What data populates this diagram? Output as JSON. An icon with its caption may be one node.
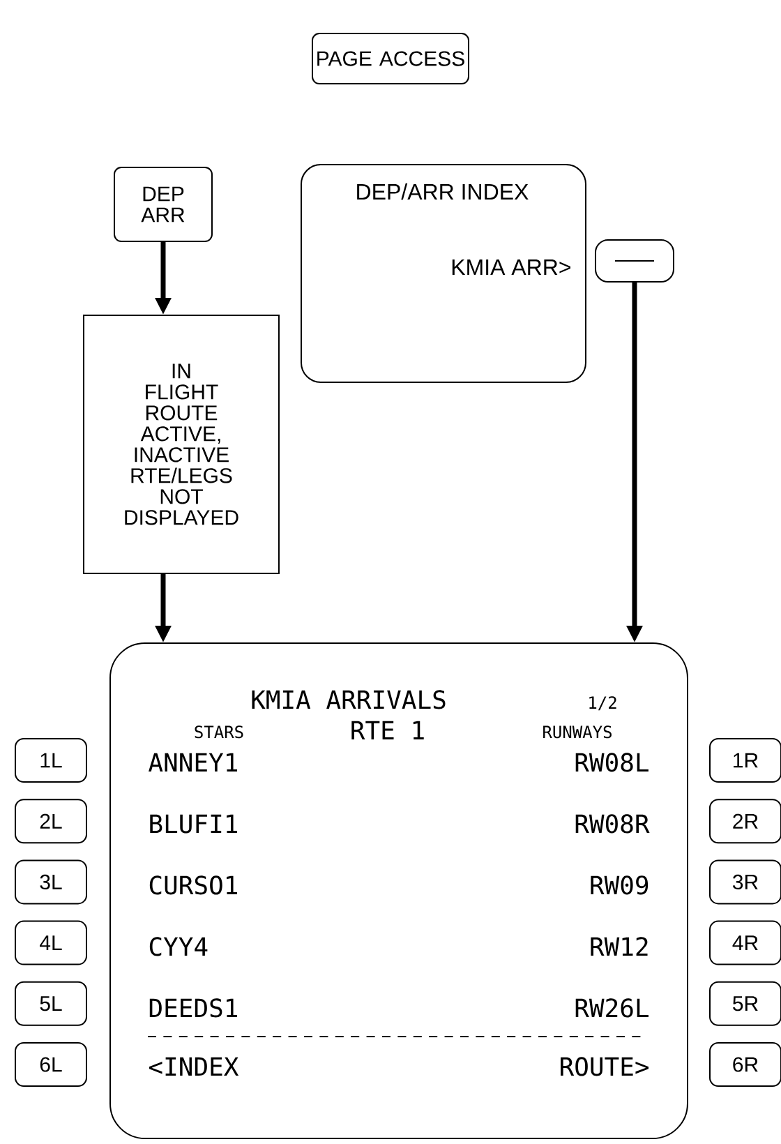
{
  "diagram": {
    "nodes": [
      {
        "text": [
          "PAGE ACCESS"
        ]
      },
      {
        "text": [
          "DEP ARR"
        ]
      },
      {
        "text": [
          "IN FLIGHT ROUTE ACTIVE, INACTIVE RTE/LEGS NOT DISPLAYED"
        ]
      },
      {
        "text": [
          "DEP/ARR INDEX",
          "KMIA ARR>"
        ]
      },
      {
        "text": [],
        "shape": "box"
      },
      {
        "text": [
          "KMIA ARRIVALS",
          "1/2",
          "STARS",
          "RTE 1",
          "RUNWAYS",
          "ANNEY1",
          "RW08L",
          "BLUFI1",
          "RW08R",
          "CURSO1",
          "RW09",
          "CYY4",
          "RW12",
          "DEEDS1",
          "RW26L",
          "<INDEX",
          "ROUTE>"
        ]
      },
      {
        "text": [
          "1L"
        ]
      },
      {
        "text": [
          "2L"
        ]
      },
      {
        "text": [
          "3L"
        ]
      },
      {
        "text": [
          "4L"
        ]
      },
      {
        "text": [
          "5L"
        ]
      },
      {
        "text": [
          "6L"
        ]
      },
      {
        "text": [
          "1R"
        ]
      },
      {
        "text": [
          "2R"
        ]
      },
      {
        "text": [
          "3R"
        ]
      },
      {
        "text": [
          "4R"
        ]
      },
      {
        "text": [
          "5R"
        ]
      },
      {
        "text": [
          "6R"
        ]
      }
    ],
    "edges": [
      {
        "from": 1,
        "to": 2,
        "arrow": "to"
      },
      {
        "from": 2,
        "to": 5,
        "arrow": "to"
      },
      {
        "from": 4,
        "to": 5,
        "arrow": "to"
      }
    ]
  }
}
